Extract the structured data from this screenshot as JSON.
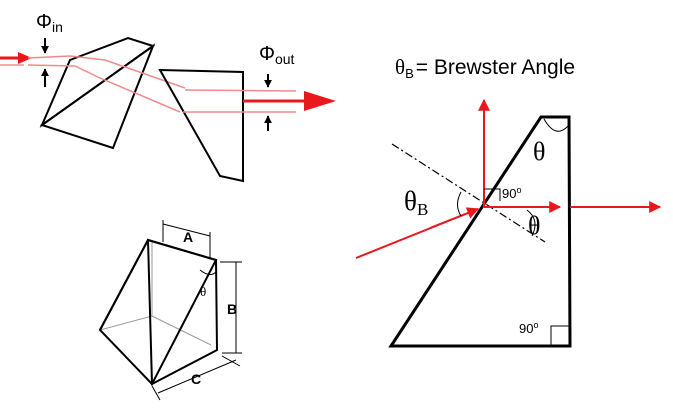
{
  "colors": {
    "beam": "#e8191c",
    "beam_light": "#f08a8c",
    "outline": "#000000",
    "hidden": "#9a9a9a"
  },
  "top_left": {
    "phi_in": {
      "symbol": "Φ",
      "sub": "in"
    },
    "phi_out": {
      "symbol": "Φ",
      "sub": "out"
    }
  },
  "bottom_left": {
    "dim_a": "A",
    "dim_b": "B",
    "dim_c": "C",
    "angle": "θ"
  },
  "right": {
    "title_theta": "θ",
    "title_sub": "B",
    "title_rest": "= Brewster Angle",
    "theta_b": "θ",
    "theta_b_sub": "B",
    "theta_top": "θ",
    "theta_exit": "θ",
    "right_angle_normal": "90",
    "right_angle_normal_sup": "o",
    "right_angle_corner": "90",
    "right_angle_corner_sup": "o"
  }
}
